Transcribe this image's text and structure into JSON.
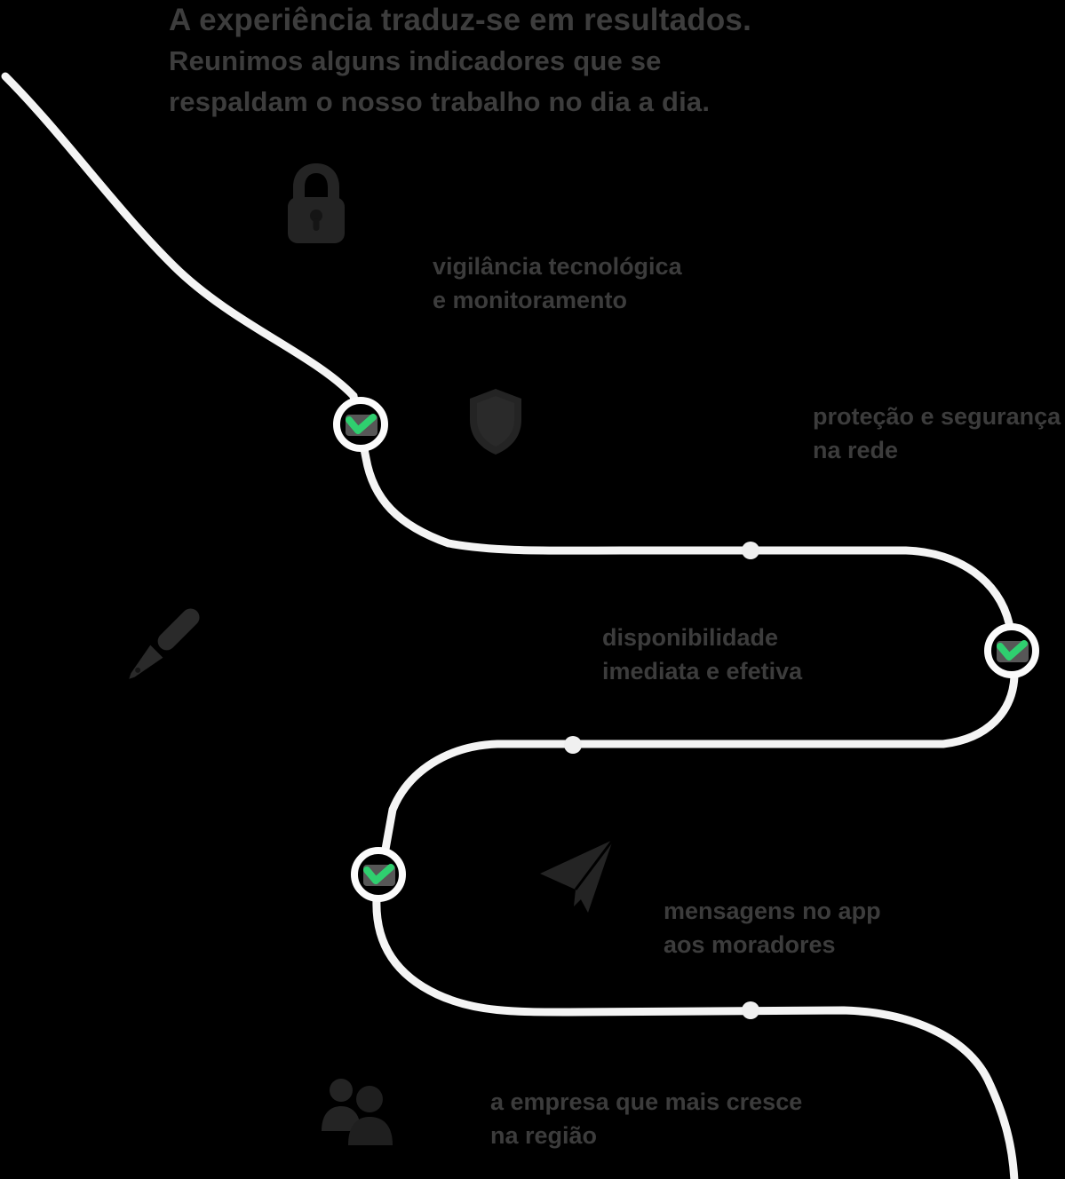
{
  "page": {
    "background_color": "#000000",
    "path_color": "#f4f4f4",
    "check_color": "#2fcf6f",
    "icon_color": "#242424",
    "text_color": "#3d3d3d"
  },
  "header": {
    "title": "A experiência traduz-se em resultados.",
    "subtitle_line1": "Reunimos alguns indicadores que se",
    "subtitle_line2": "respaldam o nosso trabalho no dia a dia."
  },
  "milestones": [
    {
      "icon": "lock-icon",
      "line1": "vigilância tecnológica",
      "line2": "e monitoramento"
    },
    {
      "icon": "shield-icon",
      "line1": "proteção e segurança",
      "line2": "na rede"
    },
    {
      "icon": "pen-icon",
      "line1": "disponibilidade",
      "line2": "imediata e efetiva"
    },
    {
      "icon": "paper-plane-icon",
      "line1": "mensagens no app",
      "line2": "aos moradores"
    },
    {
      "icon": "people-icon",
      "line1": "a empresa que mais cresce",
      "line2": "na região"
    }
  ]
}
